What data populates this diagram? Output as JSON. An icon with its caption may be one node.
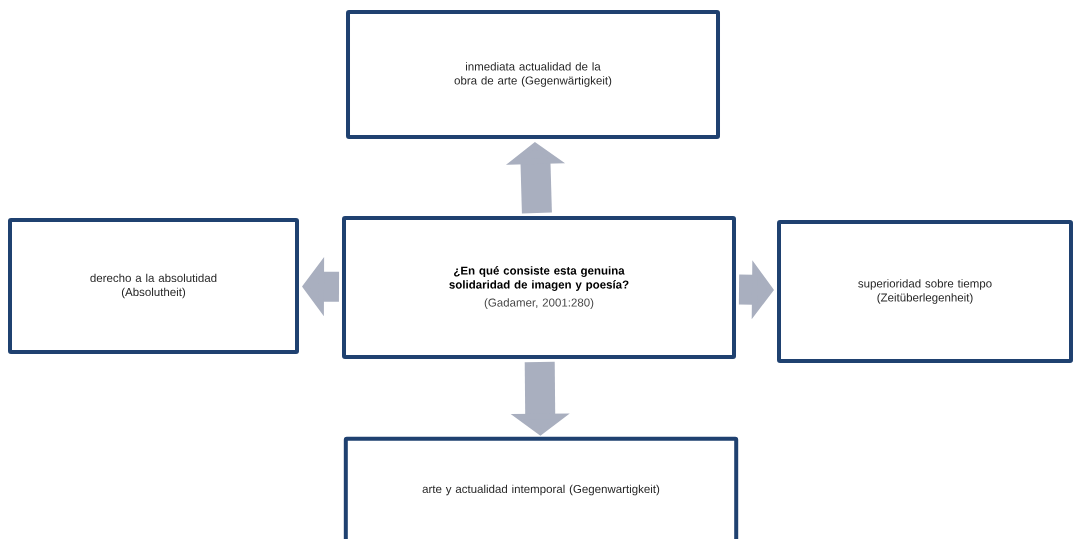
{
  "diagram": {
    "nodes": [
      {
        "text": [
          "inmediata actualidad de la obra de arte (Gegenwärtigkeit)"
        ]
      },
      {
        "text": [
          "derecho a la absolutidad (Absolutheit)"
        ]
      },
      {
        "text": [
          "¿En qué consiste esta genuina solidaridad de imagen y poesía?",
          "(Gadamer, 2001:280)"
        ]
      },
      {
        "text": [
          "superioridad sobre tiempo (Zeitüberlegenheit)"
        ]
      },
      {
        "text": [
          "arte y actualidad intemporal (Gegenwartigkeit)"
        ]
      }
    ],
    "edges": [
      {
        "from": 2,
        "to": 0,
        "arrow": "to"
      },
      {
        "from": 2,
        "to": 1,
        "arrow": "to"
      },
      {
        "from": 2,
        "to": 3,
        "arrow": "to"
      },
      {
        "from": 2,
        "to": 4,
        "arrow": "to"
      }
    ]
  }
}
